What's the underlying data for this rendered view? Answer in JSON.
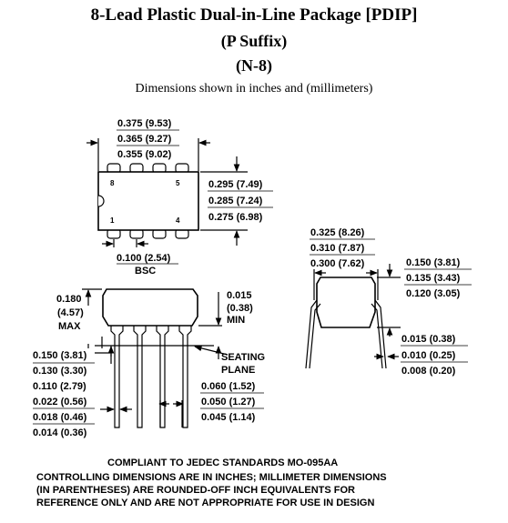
{
  "title": {
    "line1": "8-Lead Plastic Dual-in-Line Package [PDIP]",
    "line2": "(P Suffix)",
    "line3": "(N-8)",
    "subtitle": "Dimensions shown in inches and (millimeters)"
  },
  "top_view": {
    "length_max": "0.375 (9.53)",
    "length_nom": "0.365 (9.27)",
    "length_min": "0.355 (9.02)",
    "width_max": "0.295 (7.49)",
    "width_nom": "0.285 (7.24)",
    "width_min": "0.275 (6.98)",
    "pin_pitch": "0.100 (2.54)",
    "pin_pitch_note": "BSC",
    "pin_labels": {
      "p8": "8",
      "p5": "5",
      "p1": "1",
      "p4": "4"
    }
  },
  "side_view": {
    "height_max": "0.180",
    "height_max_mm": "(4.57)",
    "height_max_note": "MAX",
    "standoff": "0.015",
    "standoff_mm": "(0.38)",
    "standoff_note": "MIN",
    "lead_len_max": "0.150 (3.81)",
    "lead_len_nom": "0.130 (3.30)",
    "lead_len_min": "0.110 (2.79)",
    "lead_w_max": "0.022 (0.56)",
    "lead_w_nom": "0.018 (0.46)",
    "lead_w_min": "0.014 (0.36)",
    "shoulder_max": "0.060 (1.52)",
    "shoulder_nom": "0.050 (1.27)",
    "shoulder_min": "0.045 (1.14)",
    "seating_line1": "SEATING",
    "seating_line2": "PLANE"
  },
  "end_view": {
    "span_max": "0.325 (8.26)",
    "span_nom": "0.310 (7.87)",
    "span_min": "0.300 (7.62)",
    "ht_max": "0.150 (3.81)",
    "ht_nom": "0.135 (3.43)",
    "ht_min": "0.120 (3.05)",
    "thick_max": "0.015 (0.38)",
    "thick_nom": "0.010 (0.25)",
    "thick_min": "0.008 (0.20)"
  },
  "notes": {
    "line1": "COMPLIANT TO JEDEC STANDARDS MO-095AA",
    "line2": "CONTROLLING DIMENSIONS ARE IN INCHES; MILLIMETER DIMENSIONS",
    "line3": "(IN PARENTHESES) ARE ROUNDED-OFF INCH EQUIVALENTS FOR",
    "line4": "REFERENCE ONLY AND ARE NOT APPROPRIATE FOR USE IN DESIGN"
  }
}
